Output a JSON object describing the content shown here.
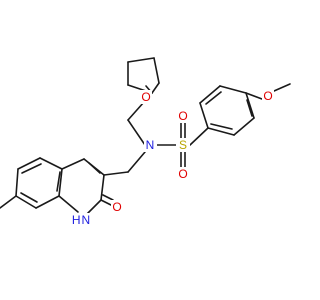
{
  "labels": {
    "ring_o": "O",
    "methoxy_o": "O",
    "sulfonyl_s": "S",
    "sulfonyl_o_top": "O",
    "sulfonyl_o_bottom": "O",
    "amide_n": "N",
    "nh_n": "H N",
    "carbonyl_o": "O"
  },
  "colors": {
    "oxygen": "#e00000",
    "nitrogen": "#2020e0",
    "sulfur": "#b8a600",
    "bond": "#1a1a1a"
  }
}
